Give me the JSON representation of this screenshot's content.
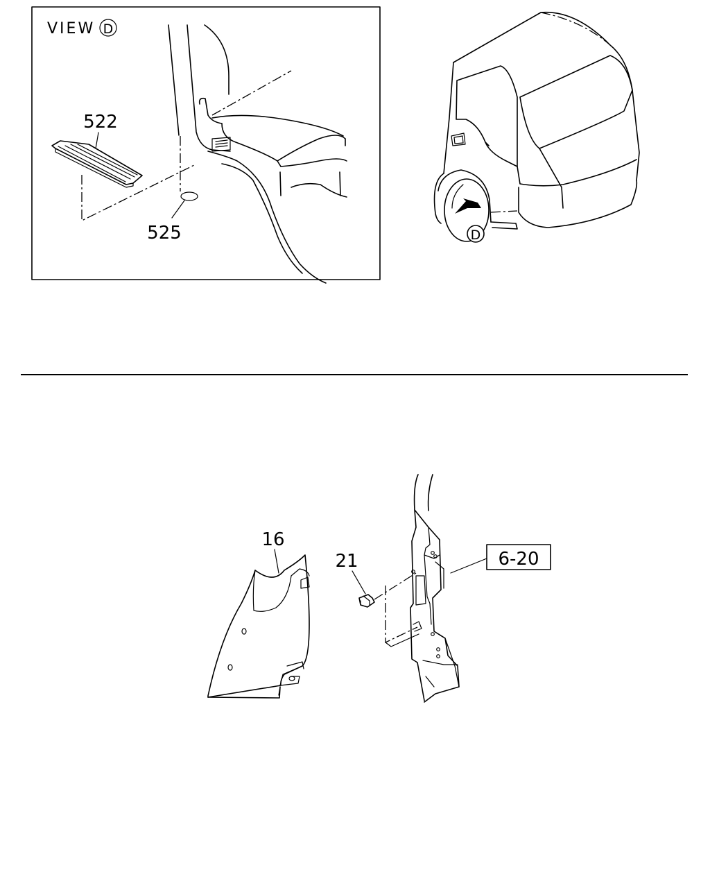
{
  "view_label": {
    "prefix": "VIEW",
    "letter": "D"
  },
  "callouts": {
    "step_plate": "522",
    "plug": "525",
    "cover": "16",
    "clip": "21",
    "reference": "6-20"
  },
  "arrow_marker": "D"
}
